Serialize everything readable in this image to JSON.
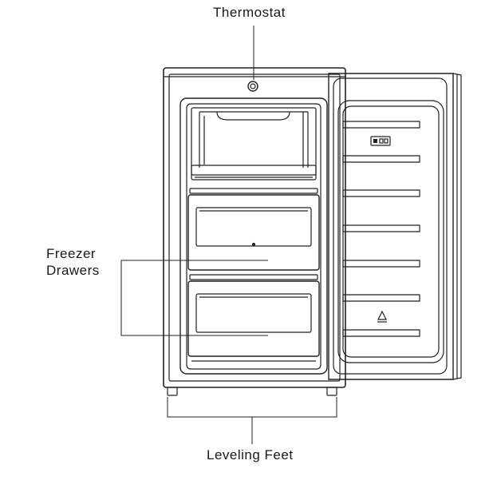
{
  "labels": {
    "thermostat": "Thermostat",
    "freezer_drawers_line1": "Freezer",
    "freezer_drawers_line2": "Drawers",
    "leveling_feet": "Leveling Feet"
  },
  "colors": {
    "line": "#222222",
    "fill": "#ffffff"
  }
}
